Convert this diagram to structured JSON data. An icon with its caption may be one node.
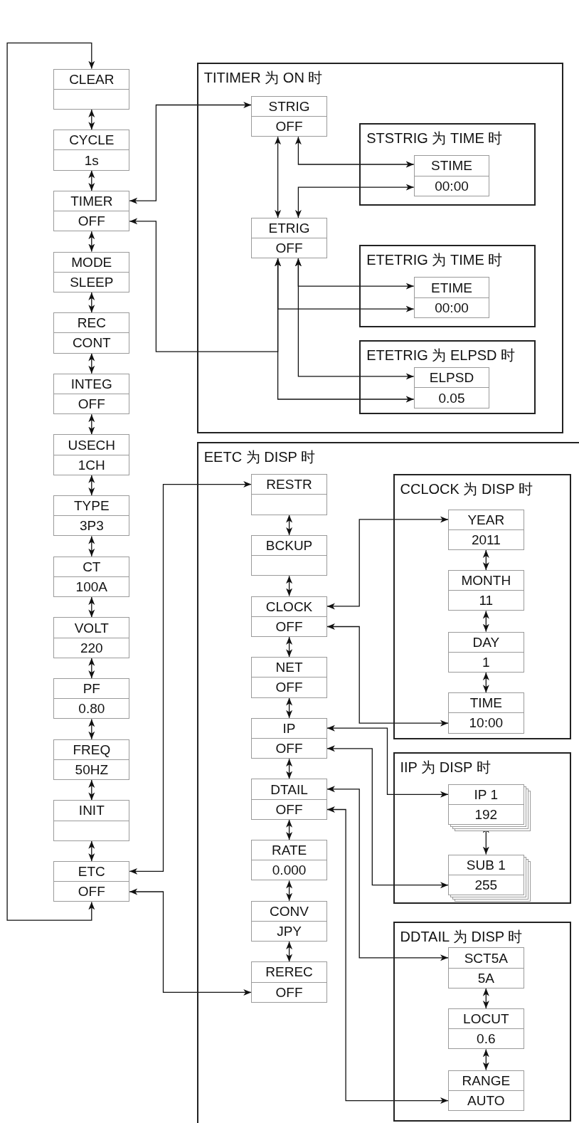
{
  "diagram": {
    "nodes": [
      {
        "text": [
          "CLEAR"
        ]
      },
      {
        "text": [
          "CYCLE",
          "1s"
        ]
      },
      {
        "text": [
          "TIMER",
          "OFF"
        ]
      },
      {
        "text": [
          "MODE",
          "SLEEP"
        ]
      },
      {
        "text": [
          "REC",
          "CONT"
        ]
      },
      {
        "text": [
          "INTEG",
          "OFF"
        ]
      },
      {
        "text": [
          "USECH",
          "1CH"
        ]
      },
      {
        "text": [
          "TYPE",
          "3P3"
        ]
      },
      {
        "text": [
          "CT",
          "100A"
        ]
      },
      {
        "text": [
          "VOLT",
          "220"
        ]
      },
      {
        "text": [
          "PF",
          "0.80"
        ]
      },
      {
        "text": [
          "FREQ",
          "50HZ"
        ]
      },
      {
        "text": [
          "INIT"
        ]
      },
      {
        "text": [
          "ETC",
          "OFF"
        ]
      },
      {
        "text": [
          "TITIMER 为 ON 时"
        ]
      },
      {
        "text": [
          "STRIG",
          "OFF"
        ],
        "in": 14
      },
      {
        "text": [
          "STSTRIG 为 TIME 时"
        ],
        "in": 14
      },
      {
        "text": [
          "STIME",
          "00:00"
        ],
        "in": 16
      },
      {
        "text": [
          "ETRIG",
          "OFF"
        ],
        "in": 14
      },
      {
        "text": [
          "ETETRIG 为 TIME 时"
        ],
        "in": 14
      },
      {
        "text": [
          "ETIME",
          "00:00"
        ],
        "in": 19
      },
      {
        "text": [
          "ETETRIG 为 ELPSD 时"
        ],
        "in": 14
      },
      {
        "text": [
          "ELPSD",
          "0.05"
        ],
        "in": 21
      },
      {
        "text": [
          "EETC 为 DISP 时"
        ]
      },
      {
        "text": [
          "RESTR"
        ],
        "in": 23
      },
      {
        "text": [
          "BCKUP"
        ],
        "in": 23
      },
      {
        "text": [
          "CLOCK",
          "OFF"
        ],
        "in": 23
      },
      {
        "text": [
          "NET",
          "OFF"
        ],
        "in": 23
      },
      {
        "text": [
          "IP",
          "OFF"
        ],
        "in": 23
      },
      {
        "text": [
          "DTAIL",
          "OFF"
        ],
        "in": 23
      },
      {
        "text": [
          "RATE",
          "0.000"
        ],
        "in": 23
      },
      {
        "text": [
          "CONV",
          "JPY"
        ],
        "in": 23
      },
      {
        "text": [
          "REREC",
          "OFF"
        ],
        "in": 23
      },
      {
        "text": [
          "CCLOCK 为 DISP 时"
        ],
        "in": 23
      },
      {
        "text": [
          "YEAR",
          "2011"
        ],
        "in": 33
      },
      {
        "text": [
          "MONTH",
          "11"
        ],
        "in": 33
      },
      {
        "text": [
          "DAY",
          "1"
        ],
        "in": 33
      },
      {
        "text": [
          "TIME",
          "10:00"
        ],
        "in": 33
      },
      {
        "text": [
          "IIP 为 DISP 时"
        ],
        "in": 23
      },
      {
        "text": [
          "IP 1",
          "192"
        ],
        "in": 38
      },
      {
        "text": [
          "SUB 1",
          "255"
        ],
        "in": 38
      },
      {
        "text": [
          "DDTAIL 为 DISP 时"
        ],
        "in": 23
      },
      {
        "text": [
          "SCT5A",
          "5A"
        ],
        "in": 41
      },
      {
        "text": [
          "LOCUT",
          "0.6"
        ],
        "in": 41
      },
      {
        "text": [
          "RANGE",
          "AUTO"
        ],
        "in": 41
      }
    ],
    "edges": [
      {
        "from": 0,
        "to": 1,
        "arrow": "both"
      },
      {
        "from": 1,
        "to": 2,
        "arrow": "both"
      },
      {
        "from": 2,
        "to": 3,
        "arrow": "both"
      },
      {
        "from": 3,
        "to": 4,
        "arrow": "both"
      },
      {
        "from": 4,
        "to": 5,
        "arrow": "both"
      },
      {
        "from": 5,
        "to": 6,
        "arrow": "both"
      },
      {
        "from": 6,
        "to": 7,
        "arrow": "both"
      },
      {
        "from": 7,
        "to": 8,
        "arrow": "both"
      },
      {
        "from": 8,
        "to": 9,
        "arrow": "both"
      },
      {
        "from": 9,
        "to": 10,
        "arrow": "both"
      },
      {
        "from": 10,
        "to": 11,
        "arrow": "both"
      },
      {
        "from": 11,
        "to": 12,
        "arrow": "both"
      },
      {
        "from": 12,
        "to": 13,
        "arrow": "both"
      },
      {
        "from": 13,
        "to": 0,
        "arrow": "both"
      },
      {
        "from": 2,
        "to": 15,
        "arrow": "both"
      },
      {
        "from": 15,
        "to": 18,
        "arrow": "both"
      },
      {
        "from": 15,
        "to": 17,
        "arrow": "both"
      },
      {
        "from": 18,
        "to": 17,
        "arrow": "both"
      },
      {
        "from": 18,
        "to": 20,
        "arrow": "both"
      },
      {
        "from": 18,
        "to": 22,
        "arrow": "both"
      },
      {
        "from": 18,
        "to": 20,
        "arrow": "both"
      },
      {
        "from": 18,
        "to": 22,
        "arrow": "both"
      },
      {
        "from": 18,
        "to": 2,
        "arrow": "to"
      },
      {
        "from": 13,
        "to": 24,
        "arrow": "both"
      },
      {
        "from": 13,
        "to": 32,
        "arrow": "both"
      },
      {
        "from": 24,
        "to": 25,
        "arrow": "both"
      },
      {
        "from": 25,
        "to": 26,
        "arrow": "both"
      },
      {
        "from": 26,
        "to": 27,
        "arrow": "both"
      },
      {
        "from": 27,
        "to": 28,
        "arrow": "both"
      },
      {
        "from": 28,
        "to": 29,
        "arrow": "both"
      },
      {
        "from": 29,
        "to": 30,
        "arrow": "both"
      },
      {
        "from": 30,
        "to": 31,
        "arrow": "both"
      },
      {
        "from": 31,
        "to": 32,
        "arrow": "both"
      },
      {
        "from": 26,
        "to": 34,
        "arrow": "both"
      },
      {
        "from": 26,
        "to": 37,
        "arrow": "both"
      },
      {
        "from": 34,
        "to": 35,
        "arrow": "both"
      },
      {
        "from": 35,
        "to": 36,
        "arrow": "both"
      },
      {
        "from": 36,
        "to": 37,
        "arrow": "both"
      },
      {
        "from": 28,
        "to": 39,
        "arrow": "both"
      },
      {
        "from": 28,
        "to": 40,
        "arrow": "both"
      },
      {
        "from": 39,
        "to": 40,
        "arrow": "both"
      },
      {
        "from": 29,
        "to": 42,
        "arrow": "both"
      },
      {
        "from": 29,
        "to": 44,
        "arrow": "both"
      },
      {
        "from": 42,
        "to": 43,
        "arrow": "both"
      },
      {
        "from": 43,
        "to": 44,
        "arrow": "both"
      }
    ]
  }
}
